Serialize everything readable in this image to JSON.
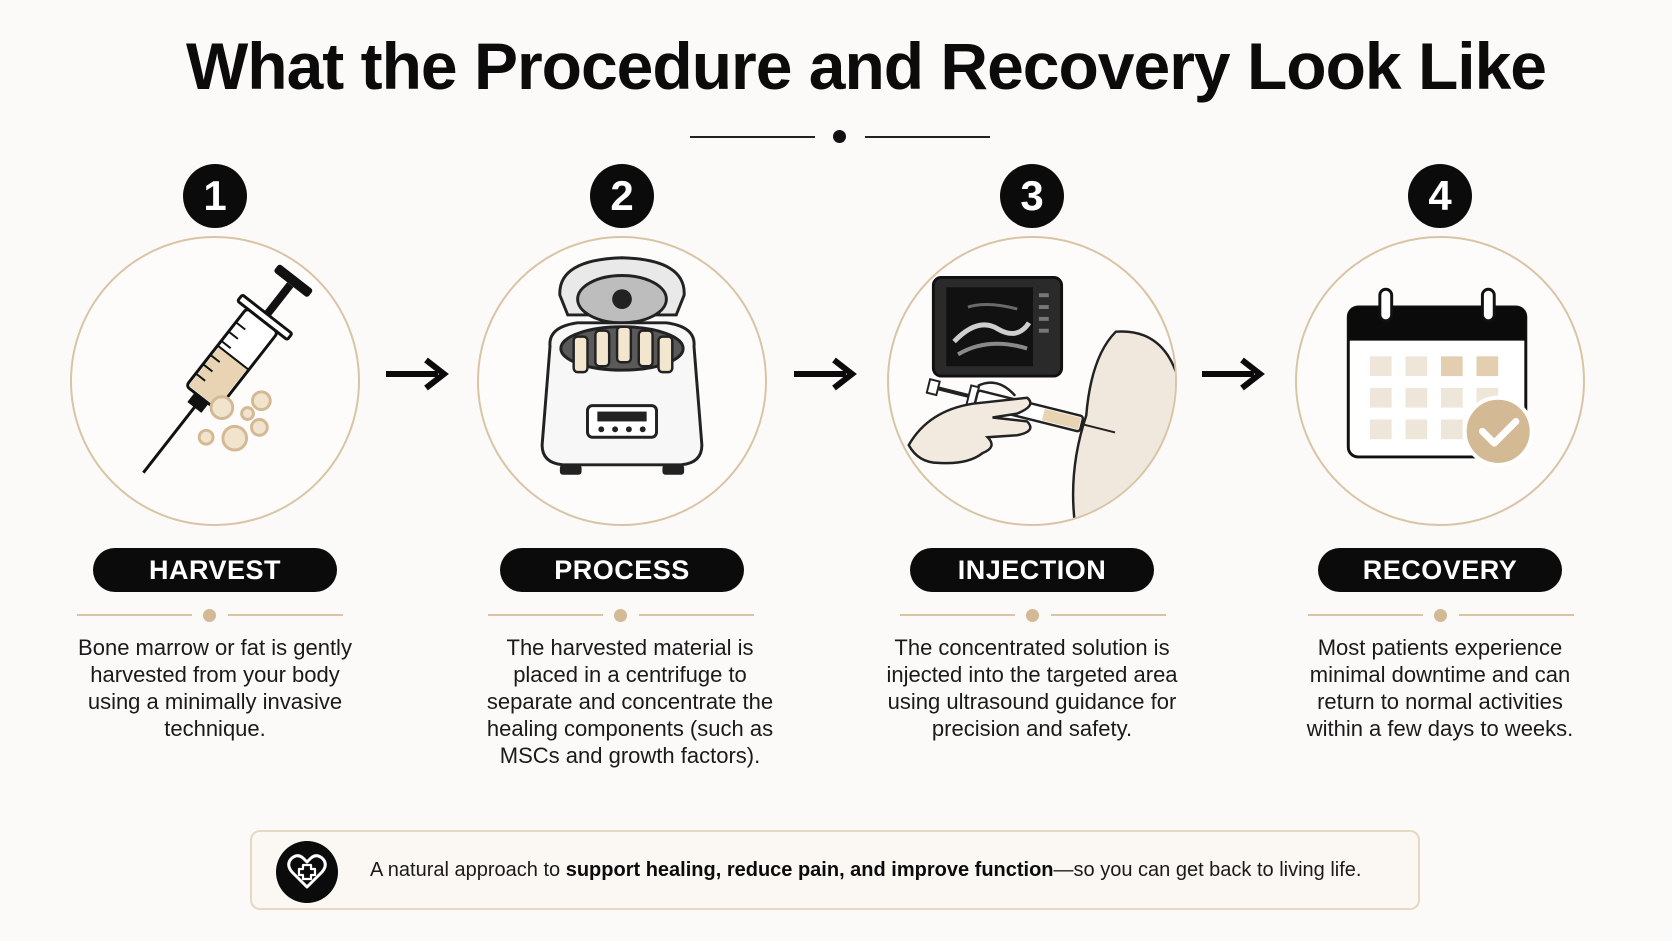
{
  "title": "What the Procedure and Recovery Look Like",
  "steps": [
    {
      "number": "1",
      "label": "HARVEST",
      "icon": "syringe-icon",
      "description": "Bone marrow or fat is gently harvested from your body using a minimally invasive technique."
    },
    {
      "number": "2",
      "label": "PROCESS",
      "icon": "centrifuge-icon",
      "description": "The harvested material is placed in a centrifuge to separate and concentrate the healing components (such as MSCs and growth factors)."
    },
    {
      "number": "3",
      "label": "INJECTION",
      "icon": "ultrasound-injection-icon",
      "description": "The concentrated solution is injected into the targeted area using ultrasound guidance for precision and safety."
    },
    {
      "number": "4",
      "label": "RECOVERY",
      "icon": "calendar-check-icon",
      "description": "Most patients experience minimal downtime and can return to normal activities within a few days to weeks."
    }
  ],
  "banner": {
    "icon": "heart-plus-icon",
    "text_before": "A natural approach to ",
    "text_bold": "support healing, reduce pain, and improve function",
    "text_after": "—so you can get back to living life."
  },
  "colors": {
    "accent": "#d3b994",
    "ink": "#0b0b0b",
    "background": "#fbfaf8"
  }
}
